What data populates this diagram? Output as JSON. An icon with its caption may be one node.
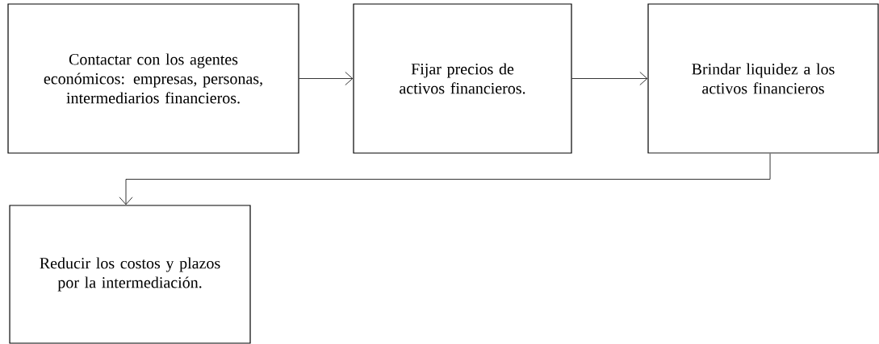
{
  "diagram": {
    "nodes": [
      {
        "text": [
          "Contactar con los agentes económicos: empresas, personas, intermediarios financieros."
        ]
      },
      {
        "text": [
          "Fijar precios de activos financieros."
        ]
      },
      {
        "text": [
          "Brindar liquidez a los activos financieros"
        ]
      },
      {
        "text": [
          "Reducir los costos y plazos por la intermediación."
        ]
      }
    ],
    "edges": [
      {
        "from": 0,
        "to": 1,
        "arrow": "to"
      },
      {
        "from": 1,
        "to": 2,
        "arrow": "to"
      },
      {
        "from": 2,
        "to": 3,
        "arrow": "to"
      }
    ]
  }
}
